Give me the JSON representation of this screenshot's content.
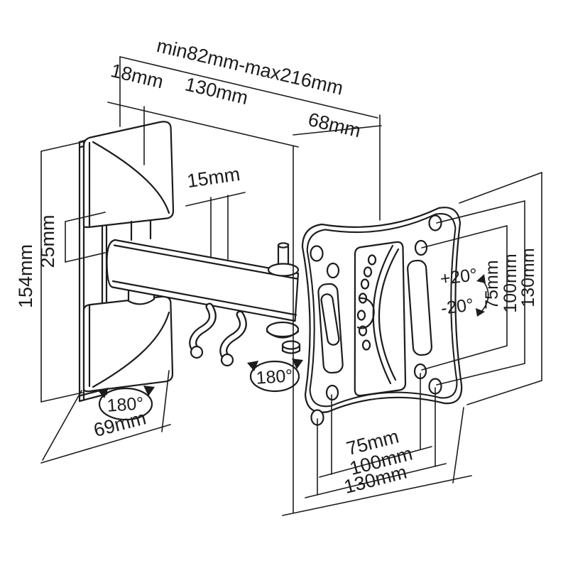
{
  "diagram": {
    "type": "technical-dimension-drawing",
    "subject": "articulating TV wall mount bracket",
    "colors": {
      "ink": "#1c1c1c",
      "background": "#ffffff"
    },
    "labels": {
      "extension_range": "min82mm-max216mm",
      "wall_plate_depth": "18mm",
      "arm_length": "130mm",
      "head_depth": "68mm",
      "arm_bar_thickness": "15mm",
      "wall_plate_height": "154mm",
      "joint_offset": "25mm",
      "wall_cover_width": "69mm",
      "wall_swivel_angle": "180°",
      "head_swivel_angle": "180°",
      "tilt_up": "+20°",
      "tilt_down": "-20°",
      "vesa_height_75": "75mm",
      "vesa_height_100": "100mm",
      "plate_height_130": "130mm",
      "vesa_width_75": "75mm",
      "vesa_width_100": "100mm",
      "plate_width_130": "130mm"
    }
  }
}
